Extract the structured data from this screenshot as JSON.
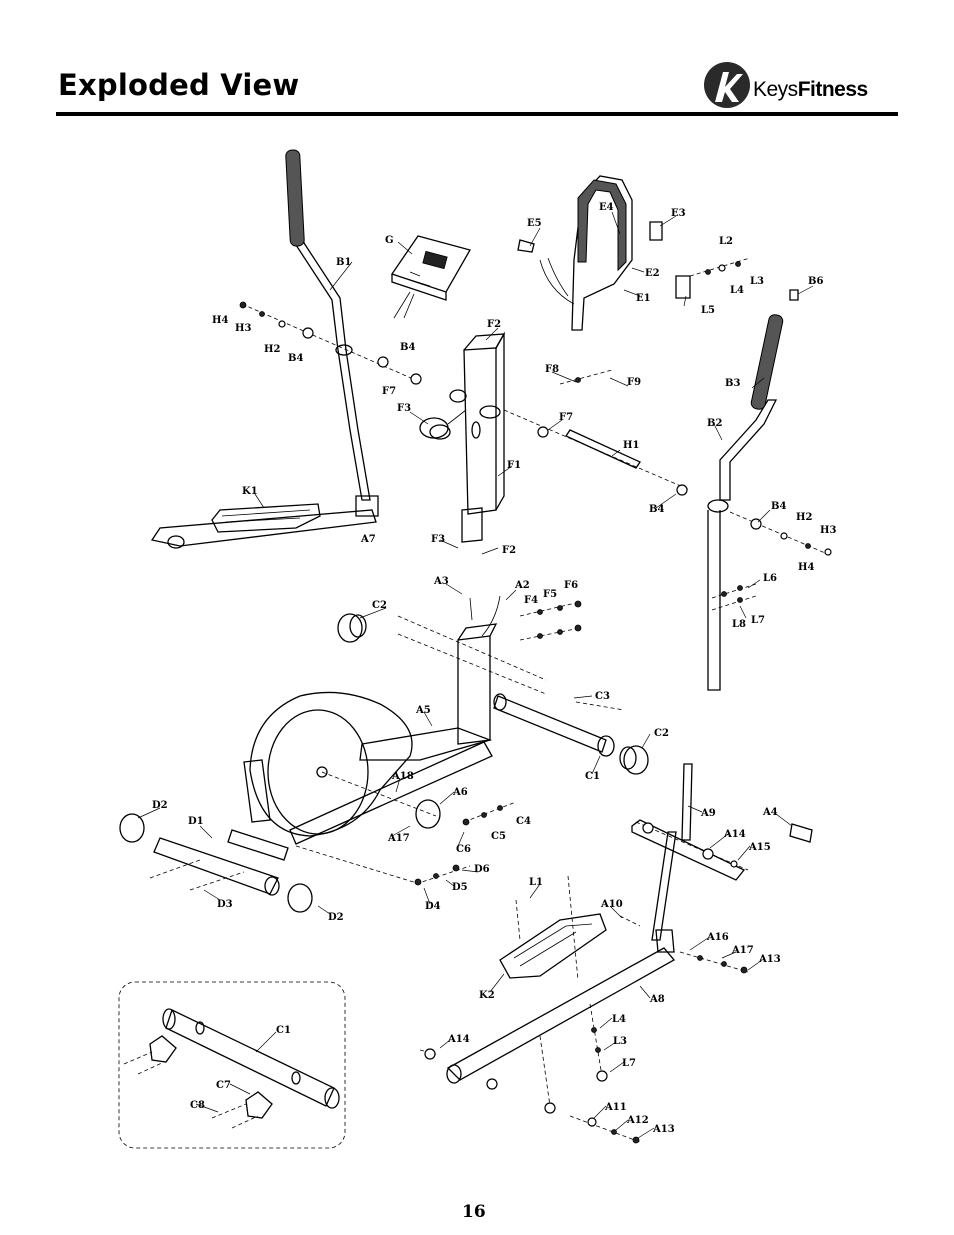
{
  "header": {
    "title": "Exploded View",
    "brand_prefix": "Keys",
    "brand_suffix": "Fitness"
  },
  "page_number": "16",
  "part_labels": {
    "B1": "B1",
    "G": "G",
    "E5": "E5",
    "E4": "E4",
    "E3": "E3",
    "L2": "L2",
    "E2": "E2",
    "L3a": "L3",
    "L4a": "L4",
    "E1": "E1",
    "L5": "L5",
    "B6": "B6",
    "H4a": "H4",
    "H3a": "H3",
    "H2a": "H2",
    "B4a": "B4",
    "F2a": "F2",
    "B4b": "B4",
    "F8": "F8",
    "F9": "F9",
    "F7a": "F7",
    "B3": "B3",
    "F3a": "F3",
    "F7b": "F7",
    "B2": "B2",
    "H1": "H1",
    "F1": "F1",
    "K1": "K1",
    "B4c": "B4",
    "B4d": "B4",
    "H2b": "H2",
    "H3b": "H3",
    "A7": "A7",
    "F3b": "F3",
    "F2b": "F2",
    "H4b": "H4",
    "A3": "A3",
    "A2": "A2",
    "F6": "F6",
    "F5": "F5",
    "F4": "F4",
    "L6": "L6",
    "C2a": "C2",
    "L8": "L8",
    "L7a": "L7",
    "C3": "C3",
    "A5": "A5",
    "C2b": "C2",
    "C1a": "C1",
    "A18": "A18",
    "A6": "A6",
    "D2a": "D2",
    "C4": "C4",
    "A9": "A9",
    "A4": "A4",
    "D1": "D1",
    "A17a": "A17",
    "C5": "C5",
    "A14a": "A14",
    "C6": "C6",
    "A15": "A15",
    "D6": "D6",
    "D5": "D5",
    "L1": "L1",
    "D3": "D3",
    "D4": "D4",
    "D2b": "D2",
    "A10": "A10",
    "A16": "A16",
    "A17b": "A17",
    "A13a": "A13",
    "K2": "K2",
    "A8": "A8",
    "C1b": "C1",
    "L4b": "L4",
    "A14b": "A14",
    "L3b": "L3",
    "C7": "C7",
    "L7b": "L7",
    "C8": "C8",
    "A11": "A11",
    "A12": "A12",
    "A13b": "A13"
  }
}
